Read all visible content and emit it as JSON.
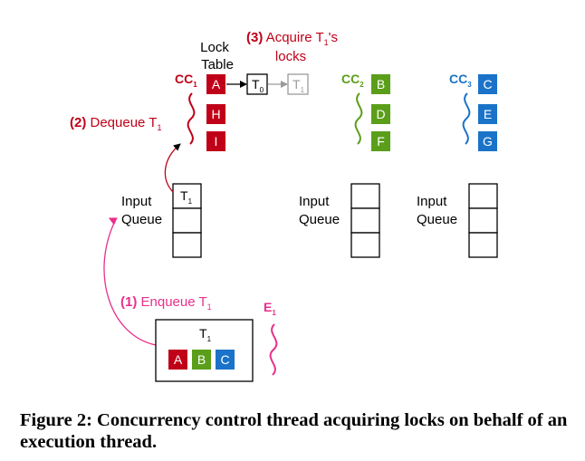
{
  "colors": {
    "red": "#c00018",
    "green": "#5a9e1a",
    "blue": "#1a73c8",
    "pink": "#e8308a",
    "grey": "#9a9a9a",
    "black": "#000000"
  },
  "lock_table": {
    "title_line1": "Lock",
    "title_line2": "Table",
    "queued_txn_main": "T",
    "queued_txn_sub": "0",
    "acquiring_txn_main": "T",
    "acquiring_txn_sub": "1"
  },
  "steps": {
    "step3_line1_main": "(3) Acquire T",
    "step3_line1_sub": "1",
    "step3_line1_tail": "'s",
    "step3_line2": "locks",
    "step2_main": "(2) Dequeue T",
    "step2_sub": "1",
    "step1_main": "(1) Enqueue T",
    "step1_sub": "1"
  },
  "cc_threads": [
    {
      "name_main": "CC",
      "name_sub": "1",
      "color_key": "red",
      "records": [
        "A",
        "H",
        "I"
      ],
      "queue_label_line1": "Input",
      "queue_label_line2": "Queue",
      "queue_top_item_main": "T",
      "queue_top_item_sub": "1"
    },
    {
      "name_main": "CC",
      "name_sub": "2",
      "color_key": "green",
      "records": [
        "B",
        "D",
        "F"
      ],
      "queue_label_line1": "Input",
      "queue_label_line2": "Queue",
      "queue_top_item_main": "",
      "queue_top_item_sub": ""
    },
    {
      "name_main": "CC",
      "name_sub": "3",
      "color_key": "blue",
      "records": [
        "C",
        "E",
        "G"
      ],
      "queue_label_line1": "Input",
      "queue_label_line2": "Queue",
      "queue_top_item_main": "",
      "queue_top_item_sub": ""
    }
  ],
  "execution_thread": {
    "name_main": "E",
    "name_sub": "1",
    "txn_main": "T",
    "txn_sub": "1",
    "records": [
      "A",
      "B",
      "C"
    ]
  },
  "caption": "Figure 2: Concurrency control thread acquiring locks on behalf of an execution thread."
}
